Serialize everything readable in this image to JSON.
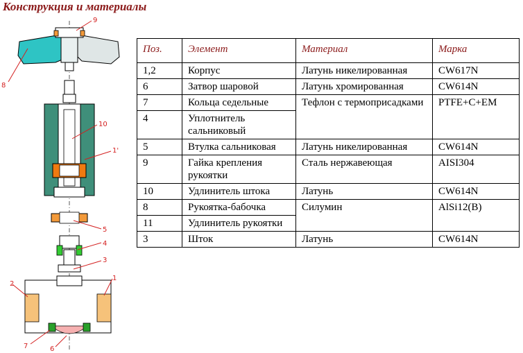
{
  "title": "Конструкция и материалы",
  "drawing": {
    "callouts": [
      "9",
      "8",
      "10",
      "1'",
      "5",
      "4",
      "3",
      "2",
      "1",
      "7",
      "6"
    ]
  },
  "table": {
    "headers": [
      "Поз.",
      "Элемент",
      "Материал",
      "Марка"
    ],
    "rows": [
      {
        "pos": "1,2",
        "element": "Корпус",
        "material": "Латунь никелированная",
        "grade": "CW617N"
      },
      {
        "pos": "6",
        "element": "Затвор шаровой",
        "material": "Латунь хромированная",
        "grade": "CW614N"
      },
      {
        "pos": "7",
        "element": "Кольца седельные",
        "material": "Тефлон с термоприсадками",
        "grade": "PTFE+C+EM"
      },
      {
        "pos": "4",
        "element": "Уплотнитель сальниковый"
      },
      {
        "pos": "5",
        "element": "Втулка сальниковая",
        "material": "Латунь никелированная",
        "grade": "CW614N"
      },
      {
        "pos": "9",
        "element": "Гайка крепления рукоятки",
        "material": "Сталь нержавеющая",
        "grade": "AISI304"
      },
      {
        "pos": "10",
        "element": "Удлинитель штока",
        "material": "Латунь",
        "grade": "CW614N"
      },
      {
        "pos": "8",
        "element": "Рукоятка-бабочка",
        "material": "Силумин",
        "grade": "AlSi12(B)"
      },
      {
        "pos": "11",
        "element": "Удлинитель рукоятки"
      },
      {
        "pos": "3",
        "element": "Шток",
        "material": "Латунь",
        "grade": "CW614N"
      }
    ]
  },
  "colors": {
    "title": "#8b1a1a",
    "callout": "#d42020",
    "handle": "#2ec4c4",
    "body_fill": "#3f8f7a",
    "seal": "#e87a20"
  }
}
